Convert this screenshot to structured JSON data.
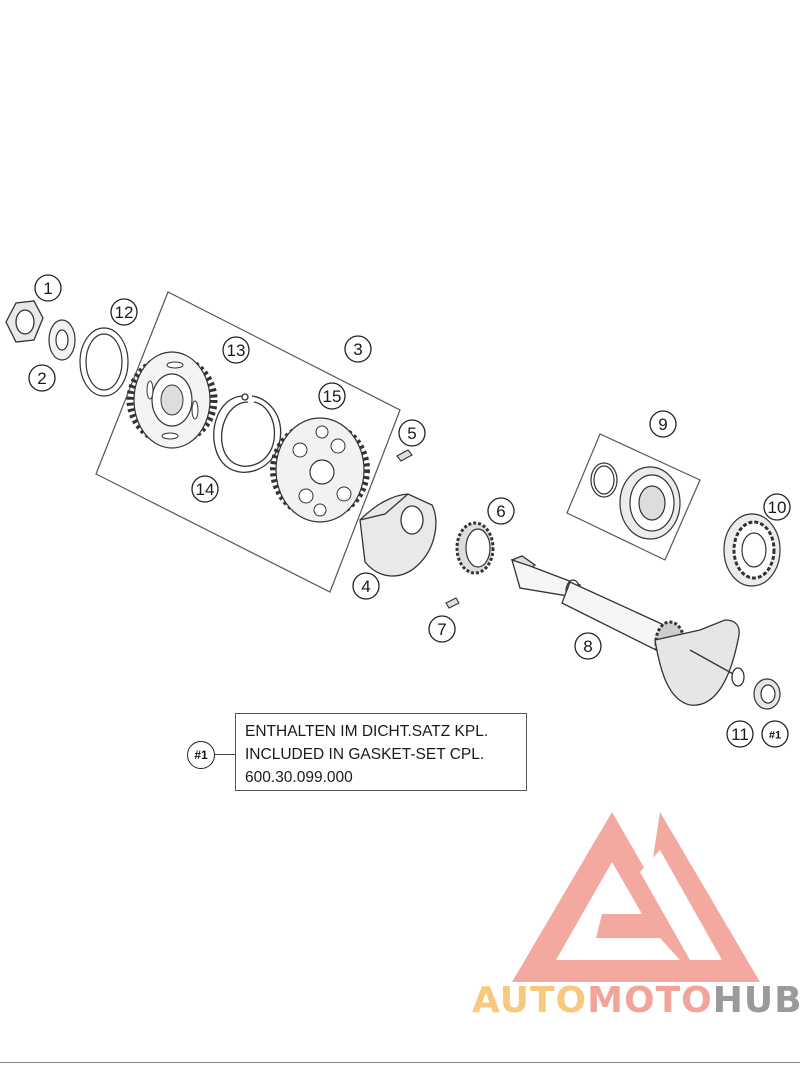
{
  "callouts": [
    {
      "id": "1",
      "label": "1"
    },
    {
      "id": "2",
      "label": "2"
    },
    {
      "id": "3",
      "label": "3"
    },
    {
      "id": "4",
      "label": "4"
    },
    {
      "id": "5",
      "label": "5"
    },
    {
      "id": "6",
      "label": "6"
    },
    {
      "id": "7",
      "label": "7"
    },
    {
      "id": "8",
      "label": "8"
    },
    {
      "id": "9",
      "label": "9"
    },
    {
      "id": "10",
      "label": "10"
    },
    {
      "id": "11",
      "label": "11"
    },
    {
      "id": "12",
      "label": "12"
    },
    {
      "id": "13",
      "label": "13"
    },
    {
      "id": "14",
      "label": "14"
    },
    {
      "id": "15",
      "label": "15"
    }
  ],
  "kit_refs": {
    "part11_ref": "#1",
    "note_ref": "#1"
  },
  "note": {
    "line_de": "ENTHALTEN IM DICHT.SATZ KPL.",
    "line_en": "INCLUDED IN GASKET-SET CPL.",
    "part_number": "600.30.099.000"
  },
  "watermark": {
    "part1": "AUTO",
    "part2": "MOTO",
    "part3": "HUB",
    "colors": {
      "part1": "#f7c97e",
      "part2": "#f2a49a",
      "part3": "#9a9a9a",
      "logo": "#f08a80"
    }
  }
}
